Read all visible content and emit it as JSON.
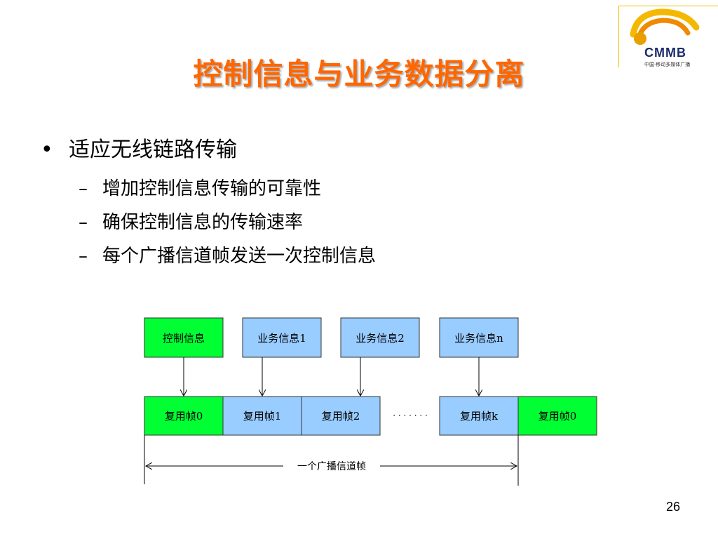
{
  "logo": {
    "text": "CMMB",
    "subtitle": "中国·移动多媒体广播"
  },
  "title": "控制信息与业务数据分离",
  "bullets": {
    "main": "适应无线链路传输",
    "subs": [
      "增加控制信息传输的可靠性",
      "确保控制信息的传输速率",
      "每个广播信道帧发送一次控制信息"
    ]
  },
  "diagram": {
    "top_boxes": [
      "控制信息",
      "业务信息1",
      "业务信息2",
      "业务信息n"
    ],
    "frame_boxes": [
      "复用帧0",
      "复用帧1",
      "复用帧2",
      "复用帧k",
      "复用帧0"
    ],
    "ellipsis": "· · · · · · ·",
    "span_label": "一个广播信道帧"
  },
  "colors": {
    "control": "#00ff33",
    "service": "#99ccff",
    "title": "#ff6600"
  },
  "page_number": "26"
}
